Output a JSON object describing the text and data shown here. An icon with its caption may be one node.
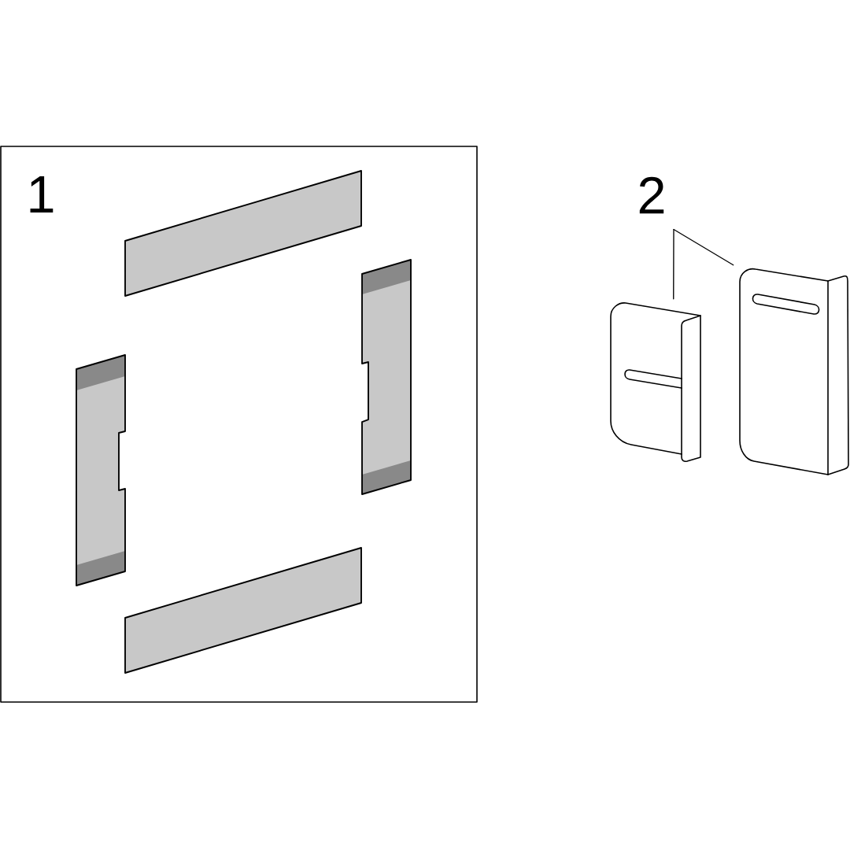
{
  "diagram": {
    "nodes": [
      {
        "text": [
          "1"
        ]
      },
      {
        "text": [
          "2"
        ]
      },
      {
        "text": [],
        "shape": "picture"
      },
      {
        "text": [],
        "shape": "picture"
      }
    ],
    "edges": [
      {
        "from": 1,
        "to": 2,
        "arrow": "none"
      },
      {
        "from": 1,
        "to": 3,
        "arrow": "none"
      }
    ]
  }
}
